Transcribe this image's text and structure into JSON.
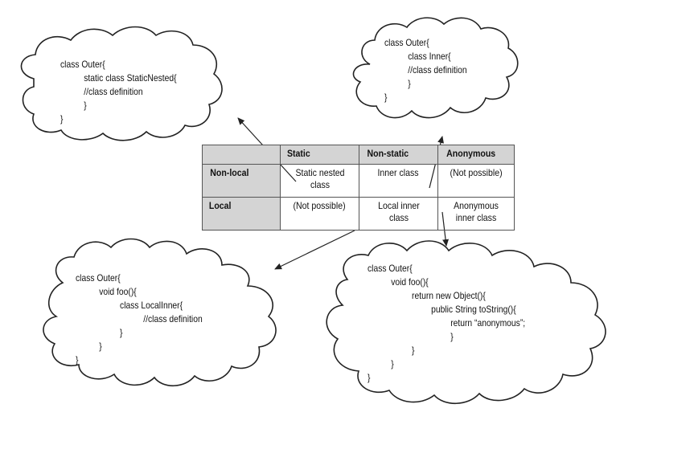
{
  "table": {
    "columns": [
      "",
      "Static",
      "Non-static",
      "Anonymous"
    ],
    "rows": [
      {
        "label": "Non-local",
        "cells": [
          "Static nested class",
          "Inner class",
          "(Not possible)"
        ]
      },
      {
        "label": "Local",
        "cells": [
          "(Not possible)",
          "Local inner class",
          "Anonymous inner class"
        ]
      }
    ]
  },
  "clouds": {
    "static_nested": {
      "lines": [
        "class Outer{",
        "static class StaticNested{",
        "//class definition",
        "}",
        "}"
      ]
    },
    "inner": {
      "lines": [
        "class Outer{",
        "class Inner{",
        "//class definition",
        "}",
        "}"
      ]
    },
    "local_inner": {
      "lines": [
        "class Outer{",
        "void foo(){",
        "class LocalInner{",
        "//class definition",
        "}",
        "}",
        "}"
      ]
    },
    "anonymous": {
      "lines": [
        "class Outer{",
        "void foo(){",
        "return new Object(){",
        "public String toString(){",
        "return “anonymous”;",
        "}",
        "}",
        "}",
        "}"
      ]
    }
  }
}
